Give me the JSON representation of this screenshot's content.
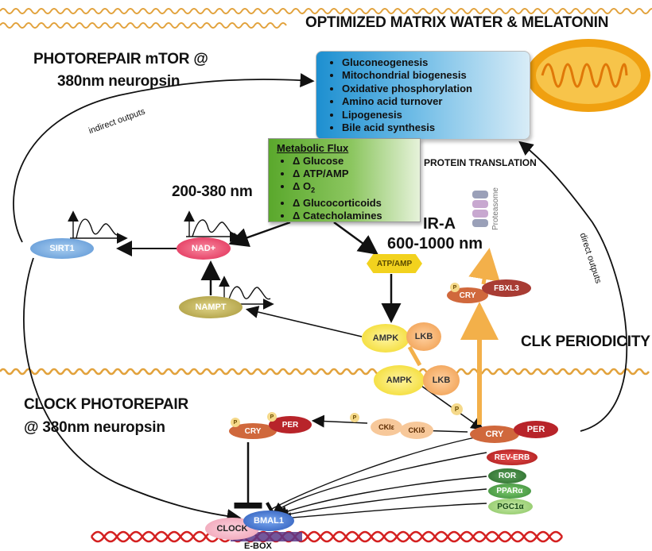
{
  "headings": {
    "top_right": "OPTIMIZED MATRIX WATER & MELATONIN",
    "top_left_1": "PHOTOREPAIR mTOR @",
    "top_left_2": "380nm neuropsin",
    "nm_range": "200-380 nm",
    "ir_a_1": "IR-A",
    "ir_a_2": "600-1000 nm",
    "clk_periodicity": "CLK PERIODICITY",
    "clock_photorepair_1": "CLOCK PHOTOREPAIR",
    "clock_photorepair_2": "@ 380nm neuropsin"
  },
  "outputs_list": [
    "Gluconeogenesis",
    "Mitochondrial biogenesis",
    "Oxidative phosphorylation",
    "Amino acid turnover",
    "Lipogenesis",
    "Bile acid synthesis"
  ],
  "metabolic_flux": {
    "title": "Metabolic Flux",
    "items": [
      "Δ Glucose",
      "Δ ATP/AMP",
      "Δ O",
      "Δ Glucocorticoids",
      "Δ Catecholamines"
    ],
    "o2_subscript": "2"
  },
  "labels": {
    "protein_translation": "PROTEIN TRANSLATION",
    "indirect_outputs": "indirect outputs",
    "direct_outputs": "direct outputs",
    "proteasome": "Proteasome",
    "ebox": "E-BOX"
  },
  "nodes": {
    "sirt1": "SIRT1",
    "nad": "NAD+",
    "nampt": "NAMPT",
    "atp_amp": "ATP/AMP",
    "ampk": "AMPK",
    "lkb": "LKB",
    "p": "P",
    "cry": "CRY",
    "fbxl3": "FBXL3",
    "per": "PER",
    "ckie": "CKIε",
    "ckid": "CKIδ",
    "rev_erb": "REV-ERB",
    "ror": "ROR",
    "ppara": "PPARα",
    "pgc1a": "PGC1α",
    "clock": "CLOCK",
    "bmal1": "BMAL1"
  },
  "colors": {
    "membrane": "#e2a23c",
    "sirt1": "#6fa6dd",
    "nad": "#e8305a",
    "nampt": "#b8a84a",
    "atp_amp": "#f2d21e",
    "ampk": "#f3e23a",
    "lkb": "#f2a254",
    "cry": "#d0683c",
    "per": "#b8242a",
    "fbxl3": "#a83c34",
    "rev_erb": "#b82020",
    "ror": "#3a7a3a",
    "ppara": "#5aa84a",
    "pgc1a": "#9cd07a",
    "clock": "#f0a8b8",
    "bmal1": "#3a6cc8",
    "mito": "#f0a010",
    "arrow_orange": "#f3b04a"
  }
}
